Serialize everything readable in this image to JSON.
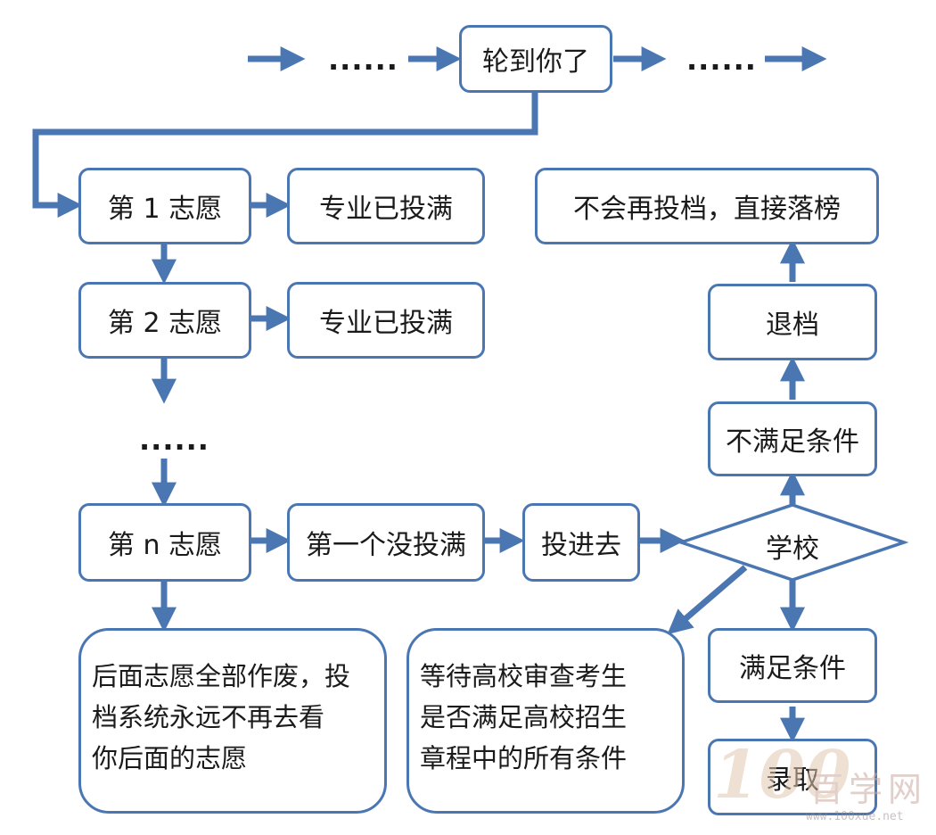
{
  "nodes": {
    "top": "轮到你了",
    "wish1": "第 1 志愿",
    "wish2": "第 2 志愿",
    "wishn": "第 n 志愿",
    "full1": "专业已投满",
    "full2": "专业已投满",
    "notfull": "第一个没投满",
    "submit": "投进去",
    "school": "学校",
    "fail": "不满足条件",
    "reject": "退档",
    "final": "不会再投档，直接落榜",
    "meet": "满足条件",
    "admit": "录取"
  },
  "notes": {
    "left": [
      "后面志愿全部作废，投",
      "档系统永远不再去看",
      "你后面的志愿"
    ],
    "middle": [
      "等待高校审查考生",
      "是否满足高校招生",
      "章程中的所有条件"
    ]
  },
  "ellipsis": {
    "top_left": "......",
    "top_right": "......",
    "middle": "......"
  },
  "watermark": {
    "logo": "100",
    "title": "百学网",
    "url": "www.100xue.net"
  },
  "colors": {
    "stroke": "#4a76b2",
    "arrow": "#4a76b2"
  }
}
